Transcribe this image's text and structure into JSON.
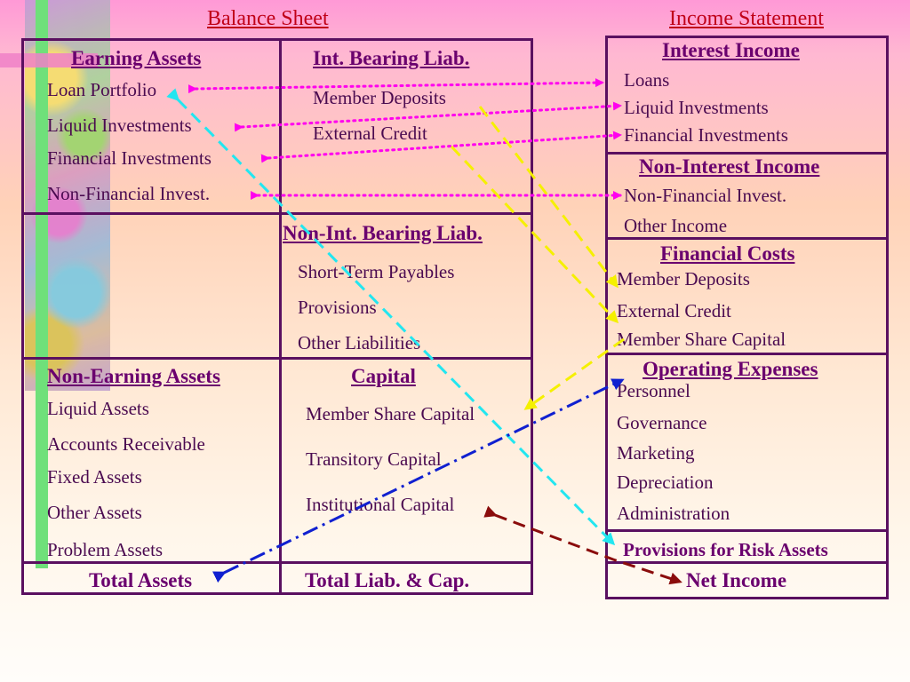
{
  "balance_sheet": {
    "heading": "Balance Sheet",
    "earning_assets": {
      "title": "Earning Assets",
      "items": [
        "Loan Portfolio",
        "Liquid Investments",
        "Financial Investments",
        "Non-Financial Invest."
      ]
    },
    "int_bearing_liab": {
      "title": "Int. Bearing Liab.",
      "items": [
        "Member Deposits",
        "External Credit"
      ]
    },
    "non_int_bearing_liab": {
      "title": "Non-Int. Bearing Liab.",
      "items": [
        "Short-Term Payables",
        "Provisions",
        "Other Liabilities"
      ]
    },
    "non_earning_assets": {
      "title": "Non-Earning Assets",
      "items": [
        "Liquid Assets",
        "Accounts Receivable",
        "Fixed Assets",
        "Other Assets",
        "Problem Assets"
      ]
    },
    "capital": {
      "title": "Capital",
      "items": [
        "Member Share Capital",
        "Transitory Capital",
        "Institutional Capital"
      ]
    },
    "total_assets": "Total Assets",
    "total_liab_cap": "Total Liab. & Cap."
  },
  "income_statement": {
    "heading": "Income Statement",
    "interest_income": {
      "title": "Interest Income",
      "items": [
        "Loans",
        "Liquid Investments",
        "Financial Investments"
      ]
    },
    "non_interest_income": {
      "title": "Non-Interest Income",
      "items": [
        "Non-Financial Invest.",
        "Other Income"
      ]
    },
    "financial_costs": {
      "title": "Financial Costs",
      "items": [
        "Member Deposits",
        "External Credit",
        "Member Share Capital"
      ]
    },
    "operating_expenses": {
      "title": "Operating Expenses",
      "items": [
        "Personnel",
        "Governance",
        "Marketing",
        "Depreciation",
        "Administration"
      ]
    },
    "provisions": "Provisions for Risk Assets",
    "net_income": "Net Income"
  },
  "colors": {
    "magenta_arrow": "#ff00ee",
    "yellow_arrow": "#f5f000",
    "cyan_arrow": "#22e6f0",
    "blue_arrow": "#1020d0",
    "darkred_arrow": "#8a0c0c",
    "border": "#5a1060"
  }
}
